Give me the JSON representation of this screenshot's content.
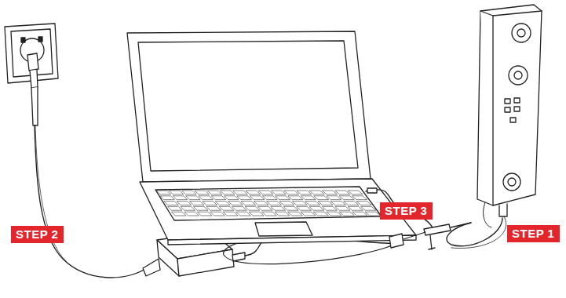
{
  "diagram": {
    "nodes": [
      {
        "text": [
          "STEP 1"
        ]
      },
      {
        "text": [
          "STEP 2"
        ]
      },
      {
        "text": [
          "STEP 3"
        ]
      }
    ]
  }
}
